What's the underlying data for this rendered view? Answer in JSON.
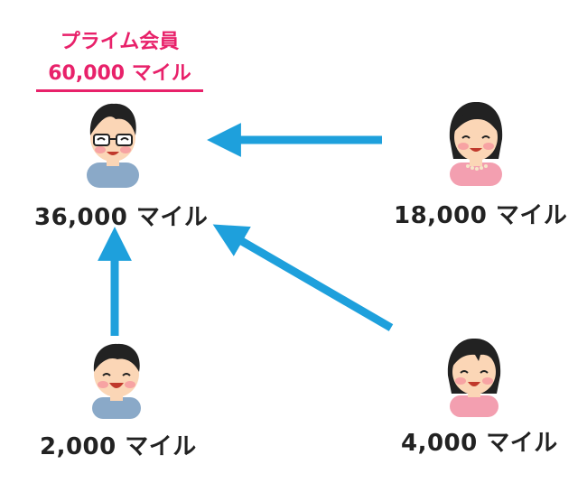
{
  "diagram": {
    "total": {
      "title": "プライム会員",
      "miles": "60,000 マイル"
    },
    "members": {
      "primary": {
        "miles": "36,000 マイル",
        "figure": "man-with-glasses"
      },
      "spouse": {
        "miles": "18,000 マイル",
        "figure": "woman-with-necklace"
      },
      "son": {
        "miles": "2,000 マイル",
        "figure": "boy"
      },
      "daughter": {
        "miles": "4,000 マイル",
        "figure": "girl"
      }
    },
    "colors": {
      "accent": "#e8216a",
      "arrow": "#1ea0dc",
      "text": "#222222",
      "skin": "#fbd6b6",
      "hair": "#222222",
      "cheek": "#f7a3a3"
    }
  }
}
